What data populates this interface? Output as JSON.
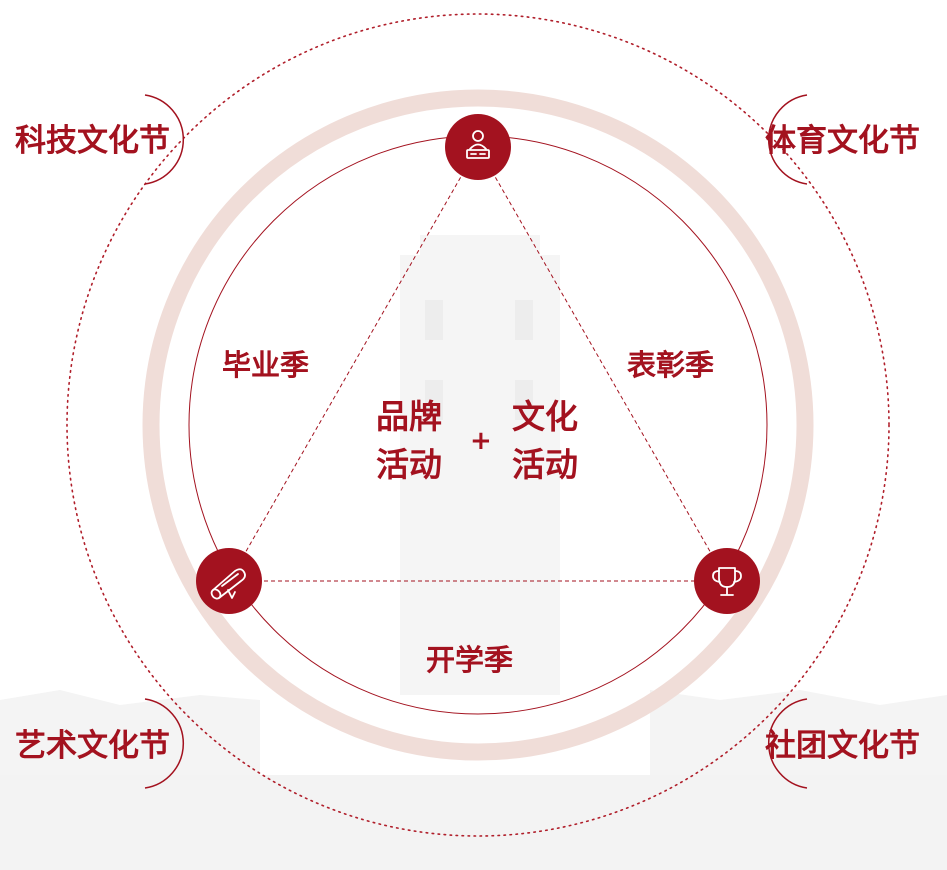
{
  "colors": {
    "primary": "#a3121f",
    "ring": "#f0ddd8",
    "dotted": "#b01e2a",
    "background_watermark": "#f1f1f1"
  },
  "festivals": {
    "top_left": "科技文化节",
    "top_right": "体育文化节",
    "bottom_left": "艺术文化节",
    "bottom_right": "社团文化节"
  },
  "seasons": {
    "left": "毕业季",
    "right": "表彰季",
    "bottom": "开学季"
  },
  "center": {
    "left_line1": "品牌",
    "left_line2": "活动",
    "plus": "+",
    "right_line1": "文化",
    "right_line2": "活动"
  },
  "icons": {
    "top": "graduate-person-icon",
    "bottom_left": "diploma-scroll-icon",
    "bottom_right": "trophy-cup-icon"
  }
}
